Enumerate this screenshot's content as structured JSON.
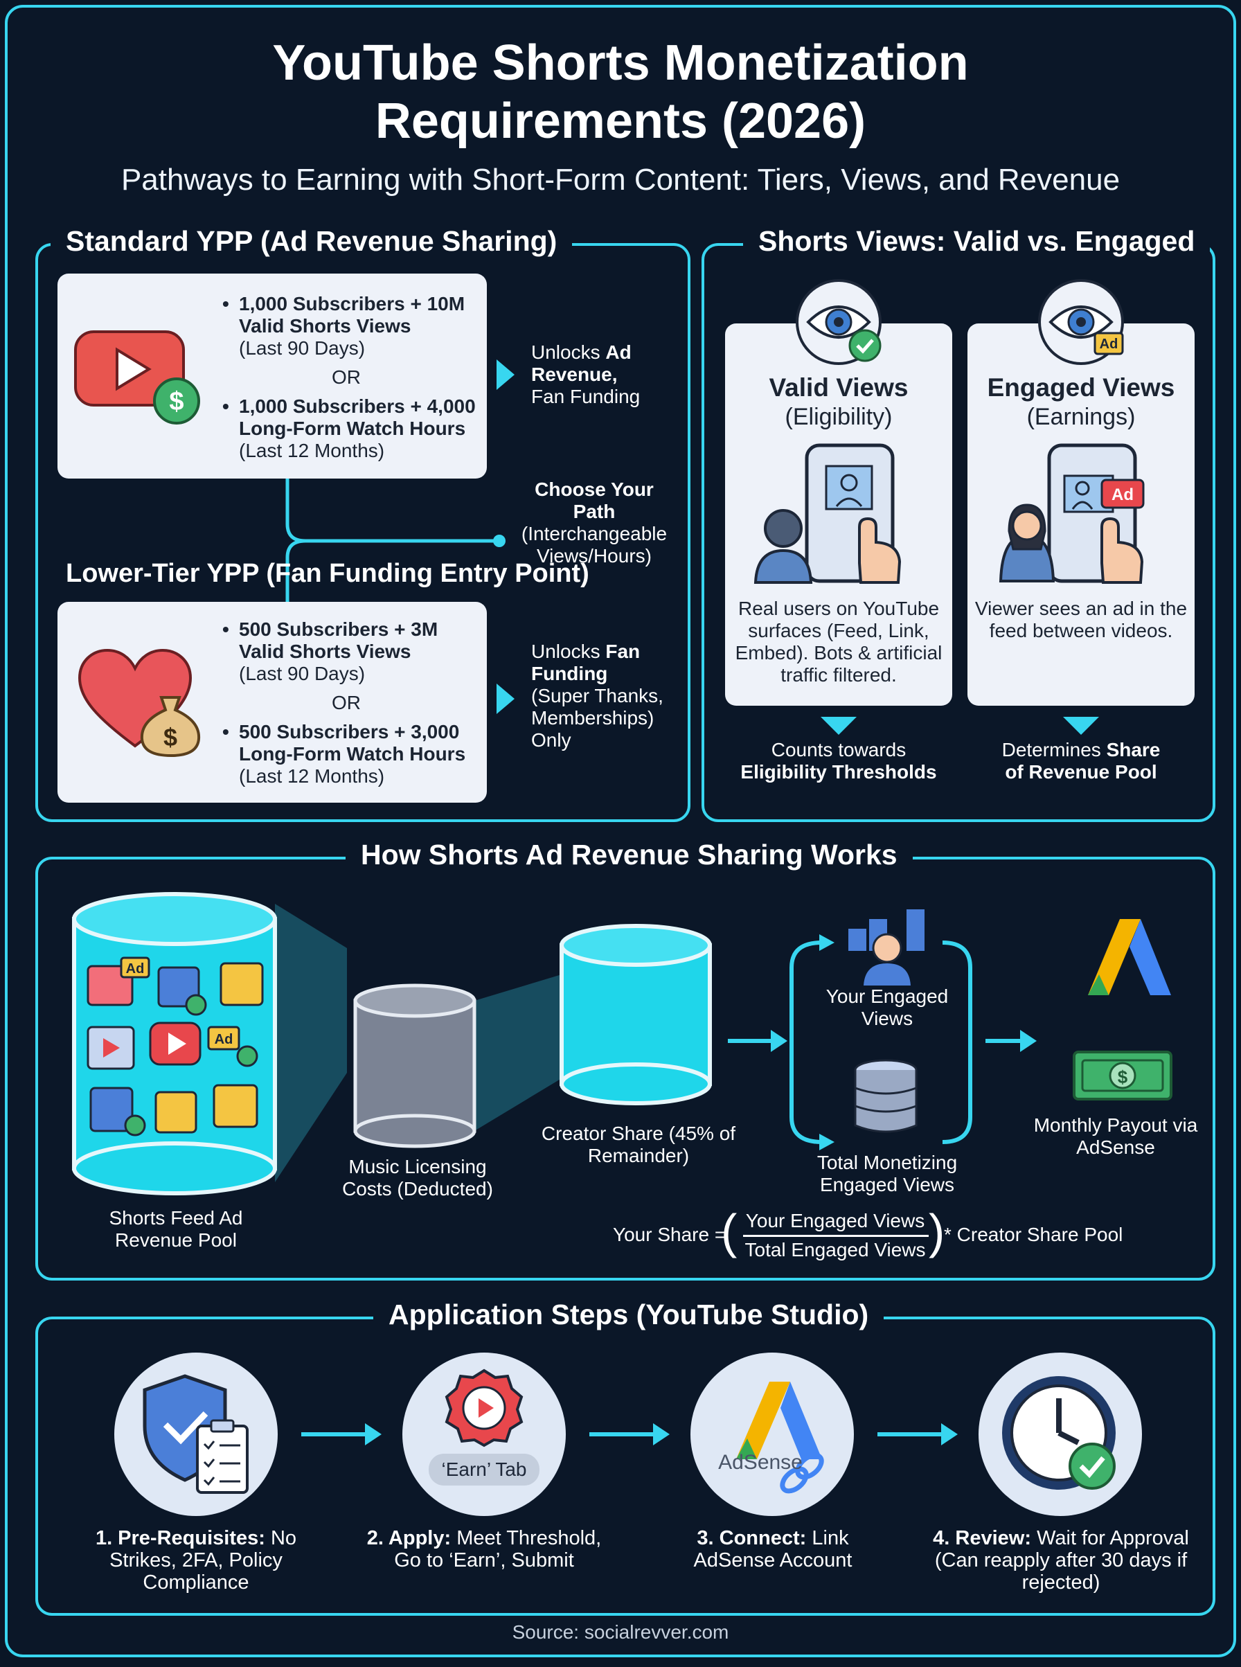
{
  "header": {
    "title_line1": "YouTube Shorts Monetization",
    "title_line2": "Requirements (2026)",
    "subtitle": "Pathways to Earning with Short-Form Content: Tiers, Views, and Revenue"
  },
  "standard_ypp": {
    "title": "Standard YPP (Ad Revenue Sharing)",
    "req1_bold": "1,000 Subscribers + 10M Valid Shorts Views",
    "req1_note": "(Last 90 Days)",
    "or": "OR",
    "req2_bold": "1,000 Subscribers + 4,000 Long-Form Watch Hours",
    "req2_note": "(Last 12 Months)",
    "unlock_prefix": "Unlocks",
    "unlock_bold": "Ad Revenue,",
    "unlock_rest": "Fan Funding"
  },
  "path_choice": {
    "bold": "Choose Your Path",
    "rest": "(Interchangeable Views/Hours)"
  },
  "lower_ypp": {
    "title": "Lower-Tier YPP (Fan Funding Entry Point)",
    "req1_bold": "500 Subscribers + 3M Valid Shorts Views",
    "req1_note": "(Last 90 Days)",
    "or": "OR",
    "req2_bold": "500 Subscribers + 3,000 Long-Form Watch Hours",
    "req2_note": "(Last 12 Months)",
    "unlock_prefix": "Unlocks",
    "unlock_bold": "Fan Funding",
    "unlock_rest": "(Super Thanks, Memberships) Only"
  },
  "views": {
    "title": "Shorts Views: Valid vs. Engaged",
    "valid_title": "Valid Views",
    "valid_sub": "(Eligibility)",
    "valid_desc": "Real users on YouTube surfaces (Feed, Link, Embed). Bots & artificial traffic filtered.",
    "valid_bottom_line1": "Counts towards",
    "valid_bottom_line2": "Eligibility Thresholds",
    "engaged_title": "Engaged Views",
    "engaged_sub": "(Earnings)",
    "engaged_desc": "Viewer sees an ad in the feed between videos.",
    "engaged_bottom_plain": "Determines",
    "engaged_bottom_bold1": "Share",
    "engaged_bottom_bold2": "of Revenue Pool",
    "ad_badge": "Ad"
  },
  "revenue": {
    "title": "How Shorts Ad Revenue Sharing Works",
    "pool_label": "Shorts Feed Ad Revenue Pool",
    "music_label": "Music Licensing Costs (Deducted)",
    "creator_label": "Creator Share (45% of Remainder)",
    "your_views_label": "Your Engaged Views",
    "total_views_label": "Total Monetizing Engaged Views",
    "payout_label": "Monthly Payout via AdSense",
    "formula_prefix": "Your Share =",
    "formula_num": "Your Engaged Views",
    "formula_den": "Total Engaged Views",
    "formula_suffix": "* Creator Share Pool",
    "ad_badge": "Ad"
  },
  "steps": {
    "title": "Application Steps (YouTube Studio)",
    "items": [
      {
        "bold": "1. Pre-Requisites:",
        "rest": "No Strikes, 2FA, Policy Compliance"
      },
      {
        "bold": "2. Apply:",
        "rest": "Meet Threshold, Go to ‘Earn’, Submit"
      },
      {
        "bold": "3. Connect:",
        "rest": "Link AdSense Account"
      },
      {
        "bold": "4. Review:",
        "rest": "Wait for Approval (Can reapply after 30 days if rejected)"
      }
    ],
    "earn_tab": "‘Earn’ Tab",
    "adsense": "AdSense"
  },
  "footer": {
    "source": "Source: socialrevver.com"
  },
  "colors": {
    "accent": "#38d6f0",
    "background": "#0b1728",
    "card": "#eef2f9",
    "youtube_red": "#e8474c"
  }
}
